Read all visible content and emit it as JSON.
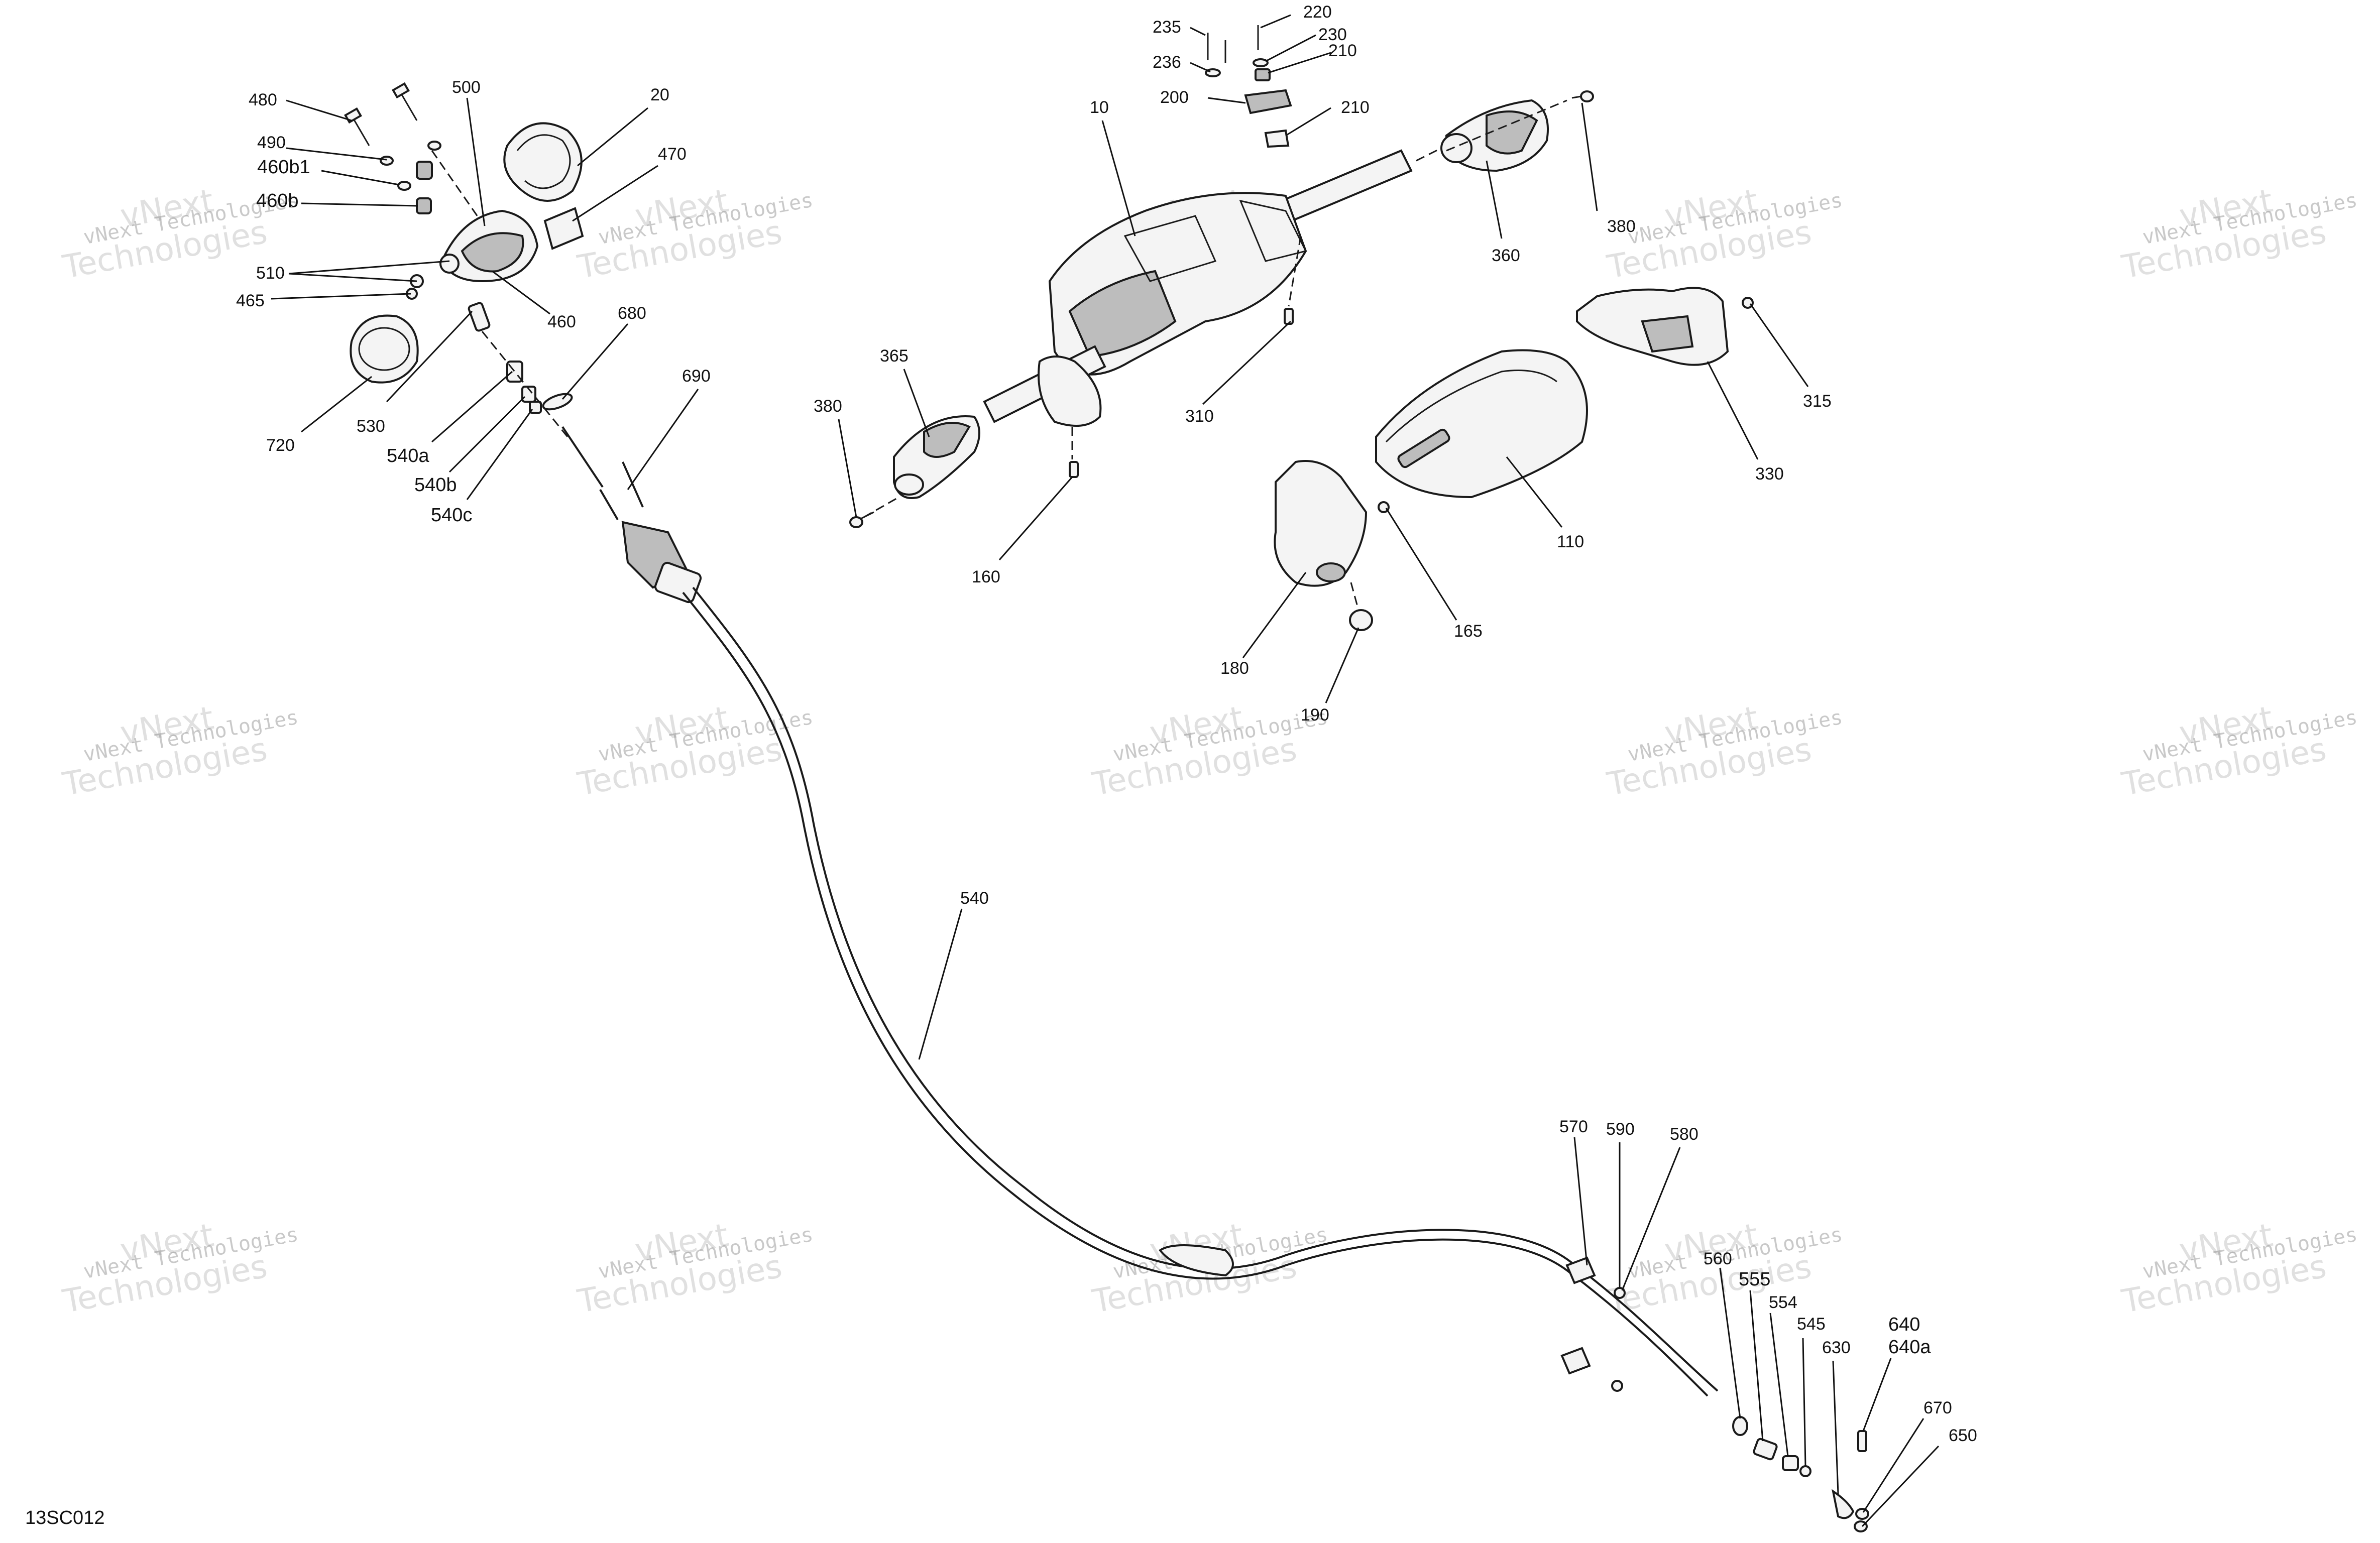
{
  "diagram": {
    "code": "13SC012",
    "labels": [
      {
        "id": "480",
        "text": "480"
      },
      {
        "id": "490",
        "text": "490"
      },
      {
        "id": "460b1",
        "text": "460b1"
      },
      {
        "id": "460b",
        "text": "460b"
      },
      {
        "id": "510",
        "text": "510"
      },
      {
        "id": "465",
        "text": "465"
      },
      {
        "id": "500",
        "text": "500"
      },
      {
        "id": "20",
        "text": "20"
      },
      {
        "id": "470",
        "text": "470"
      },
      {
        "id": "460",
        "text": "460"
      },
      {
        "id": "720",
        "text": "720"
      },
      {
        "id": "530",
        "text": "530"
      },
      {
        "id": "540a",
        "text": "540a"
      },
      {
        "id": "540b",
        "text": "540b"
      },
      {
        "id": "540c",
        "text": "540c"
      },
      {
        "id": "680",
        "text": "680"
      },
      {
        "id": "690",
        "text": "690"
      },
      {
        "id": "235",
        "text": "235"
      },
      {
        "id": "236",
        "text": "236"
      },
      {
        "id": "220",
        "text": "220"
      },
      {
        "id": "230",
        "text": "230"
      },
      {
        "id": "210a",
        "text": "210"
      },
      {
        "id": "200",
        "text": "200"
      },
      {
        "id": "210b",
        "text": "210"
      },
      {
        "id": "10",
        "text": "10"
      },
      {
        "id": "380a",
        "text": "380"
      },
      {
        "id": "360",
        "text": "360"
      },
      {
        "id": "310",
        "text": "310"
      },
      {
        "id": "365",
        "text": "365"
      },
      {
        "id": "380b",
        "text": "380"
      },
      {
        "id": "160",
        "text": "160"
      },
      {
        "id": "315",
        "text": "315"
      },
      {
        "id": "330",
        "text": "330"
      },
      {
        "id": "110",
        "text": "110"
      },
      {
        "id": "180",
        "text": "180"
      },
      {
        "id": "165",
        "text": "165"
      },
      {
        "id": "190",
        "text": "190"
      },
      {
        "id": "540",
        "text": "540"
      },
      {
        "id": "570",
        "text": "570"
      },
      {
        "id": "590",
        "text": "590"
      },
      {
        "id": "580",
        "text": "580"
      },
      {
        "id": "560",
        "text": "560"
      },
      {
        "id": "555",
        "text": "555"
      },
      {
        "id": "554",
        "text": "554"
      },
      {
        "id": "545",
        "text": "545"
      },
      {
        "id": "630",
        "text": "630"
      },
      {
        "id": "640",
        "text": "640"
      },
      {
        "id": "640a",
        "text": "640a"
      },
      {
        "id": "670",
        "text": "670"
      },
      {
        "id": "650",
        "text": "650"
      }
    ]
  },
  "watermark": {
    "line1": "vNext Technologies",
    "line2": "vNext",
    "line3": "Technologies"
  }
}
